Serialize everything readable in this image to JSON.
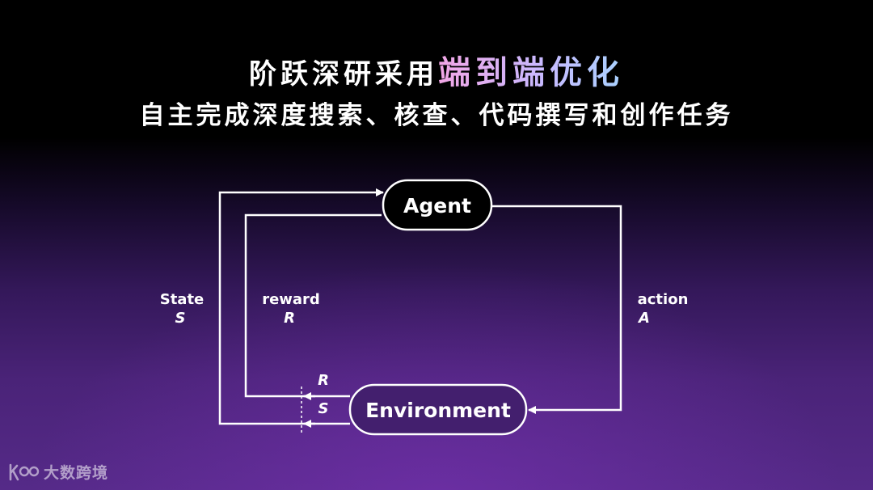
{
  "header": {
    "line1_prefix": "阶跃深研采用",
    "line1_highlight": "端到端优化",
    "line2": "自主完成深度搜索、核查、代码撰写和创作任务"
  },
  "diagram": {
    "nodes": {
      "agent": "Agent",
      "environment": "Environment"
    },
    "labels": {
      "state_word": "State",
      "state_symbol": "S",
      "reward_word": "reward",
      "reward_symbol": "R",
      "action_word": "action",
      "action_symbol": "A",
      "env_reward_symbol": "R",
      "env_state_symbol": "S"
    }
  },
  "watermark": {
    "text": "大数跨境",
    "logo_icon": "kol-logo-icon"
  }
}
